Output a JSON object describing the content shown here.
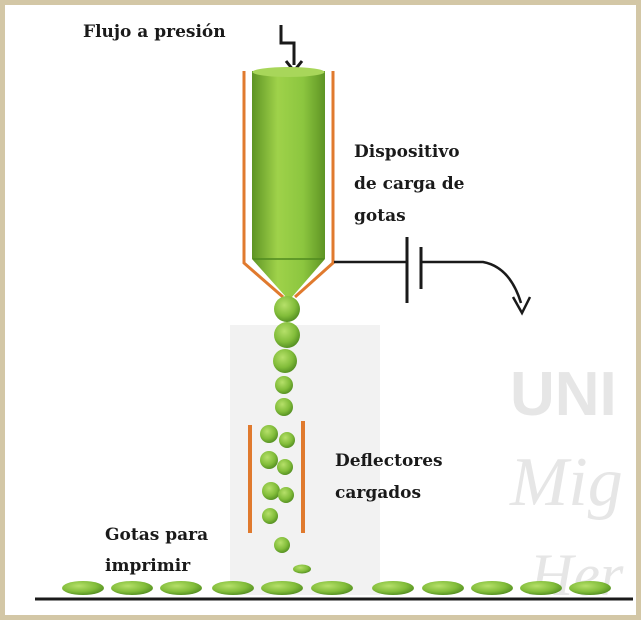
{
  "labels": {
    "flow": "Flujo a presión",
    "charge_line1": "Dispositivo",
    "charge_line2": "de carga de",
    "charge_line3": "gotas",
    "deflect_line1": "Deflectores",
    "deflect_line2": "cargados",
    "drops_line1": "Gotas para",
    "drops_line2": "imprimir"
  },
  "watermark": {
    "line1": "UNI",
    "line2": "Mig",
    "line3": "Her"
  },
  "colors": {
    "frame": "#d3c7a6",
    "nozzle_wall": "#e07a2e",
    "fluid_green": "#8cc63f",
    "fluid_dark": "#5e9424",
    "deflector": "#e07a2e",
    "line": "#1a1a1a"
  }
}
